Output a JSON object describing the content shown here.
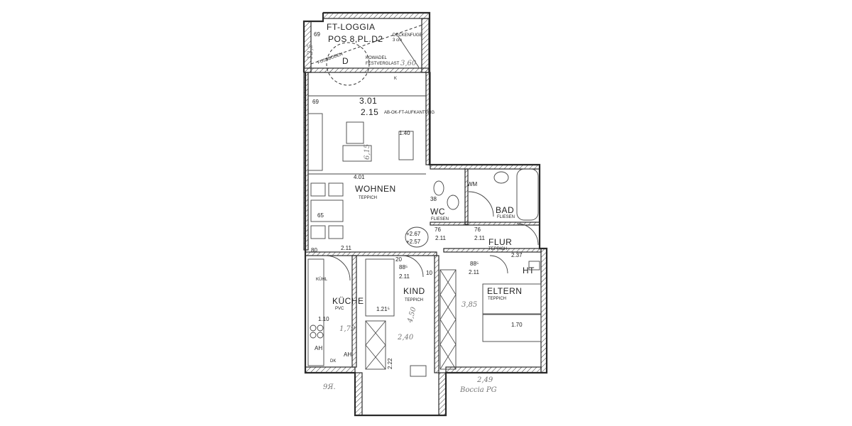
{
  "plan": {
    "loggia_title": "FT-LOGGIA",
    "loggia_pos": "POS 8,PL.D2",
    "deckenfuge": "DECKENFUGE",
    "deckenfuge_size": "3 cm",
    "door_d": "D",
    "kowadel": "KOWADEL",
    "festverglast": "FESTVERGLAST",
    "loggia_depth_hand": "3,60",
    "loggia_side_hand": "12,5",
    "fussboden": "FUSSBODEN",
    "k_label": "K",
    "dim_69_top": "69",
    "dim_69": "69",
    "dim_301": "3.01",
    "dim_215": "2.15",
    "aufkantung": "AB-OK-FT-AUFKANTUNG",
    "dim_140": "1.40",
    "dim_401": "4.01",
    "dim_615_hand": "6,15",
    "rooms": {
      "wohnen": "WOHNEN",
      "wohnen_floor": "TEPPICH",
      "wc": "WC",
      "wc_floor": "FLIESEN",
      "wm": "WM",
      "bad": "BAD",
      "bad_floor": "FLIESEN",
      "flur": "FLUR",
      "flur_floor": "TEPPICH",
      "kueche": "KÜCHE",
      "kueche_floor": "PVC",
      "kind": "KIND",
      "kind_floor": "TEPPICH",
      "eltern": "ELTERN",
      "eltern_floor": "TEPPICH",
      "kuehl": "KÜHL",
      "ht": "HT"
    },
    "dims": {
      "d267": "+2.67",
      "d257": "+2.57",
      "d211a": "2.11",
      "d211b": "2.11",
      "d211c": "2.11",
      "d211d": "2.11",
      "d211e": "2.11",
      "d76a": "76",
      "d76b": "76",
      "d88a": "88⁵",
      "d88b": "88⁵",
      "d38": "38",
      "d237": "2.37",
      "d121": "1.21⁵",
      "d240_hand": "2,40",
      "d450_hand": "4,50",
      "d110": "1.10",
      "d179_hand": "1,79",
      "d385_hand": "3,85",
      "d170": "1.70",
      "d449_hand": "2,49",
      "d222": "2.22",
      "ah": "AH",
      "ah2": "AH",
      "dk": "DK",
      "d80": "80",
      "d20": "20",
      "d10": "10",
      "d65": "65"
    },
    "notes": {
      "bottom_left_hand": "9Я.",
      "bottom_right_hand": "Boccia PG"
    }
  }
}
